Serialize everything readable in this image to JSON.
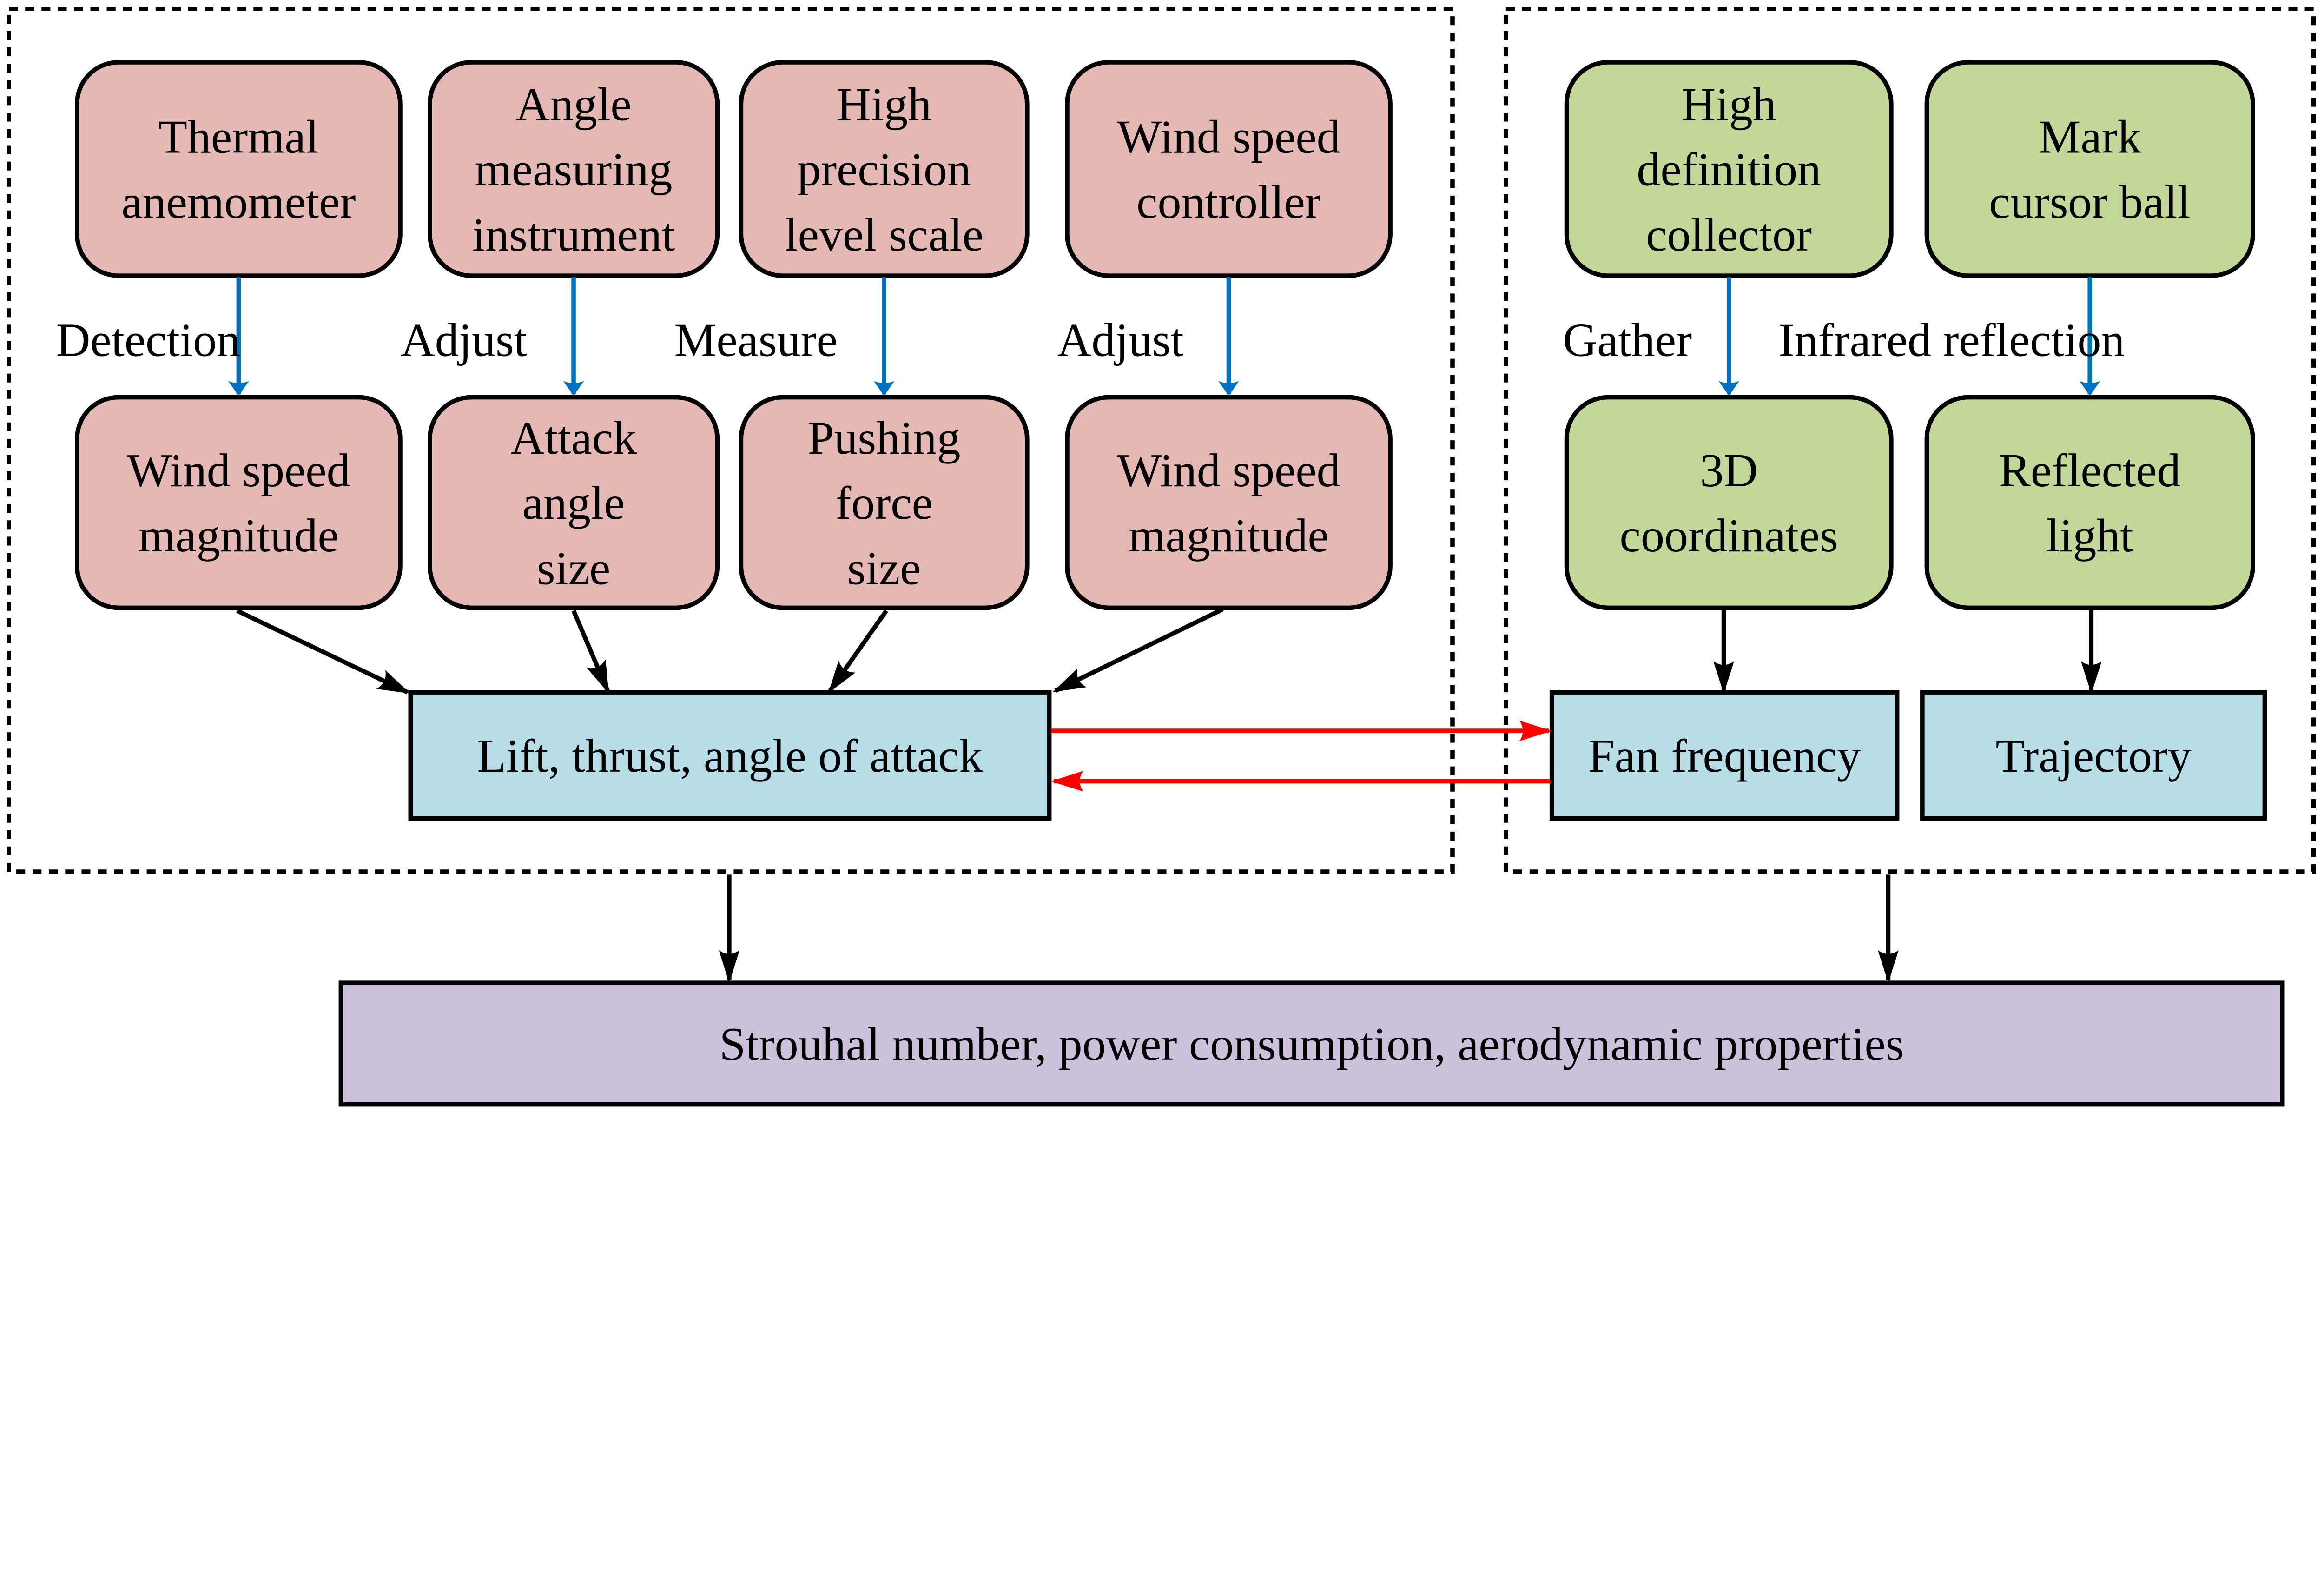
{
  "colors": {
    "measurement_box": "#e4b9b5",
    "capture_box": "#c4d79b",
    "result_box": "#b7dee8",
    "output_box": "#ccc0da",
    "process_arrow": "#0070c0",
    "exchange_arrow": "#ff0000",
    "flow_arrow": "#000000"
  },
  "left_group": {
    "instruments": [
      {
        "lines": [
          "Thermal",
          "anemometer"
        ]
      },
      {
        "lines": [
          "Angle",
          "measuring",
          "instrument"
        ]
      },
      {
        "lines": [
          "High",
          "precision",
          "level scale"
        ]
      },
      {
        "lines": [
          "Wind speed",
          "controller"
        ]
      }
    ],
    "actions": [
      "Detection",
      "Adjust",
      "Measure",
      "Adjust"
    ],
    "quantities": [
      {
        "lines": [
          "Wind speed",
          "magnitude"
        ]
      },
      {
        "lines": [
          "Attack",
          "angle",
          "size"
        ]
      },
      {
        "lines": [
          "Pushing",
          "force",
          "size"
        ]
      },
      {
        "lines": [
          "Wind speed",
          "magnitude"
        ]
      }
    ],
    "result": "Lift, thrust, angle of attack"
  },
  "right_group": {
    "instruments": [
      {
        "lines": [
          "High",
          "definition",
          "collector"
        ]
      },
      {
        "lines": [
          "Mark",
          "cursor ball"
        ]
      }
    ],
    "actions": [
      "Gather",
      "Infrared reflection"
    ],
    "quantities": [
      {
        "lines": [
          "3D",
          "coordinates"
        ]
      },
      {
        "lines": [
          "Reflected",
          "light"
        ]
      }
    ],
    "results": [
      "Fan frequency",
      "Trajectory"
    ]
  },
  "output": "Strouhal number, power consumption, aerodynamic properties"
}
